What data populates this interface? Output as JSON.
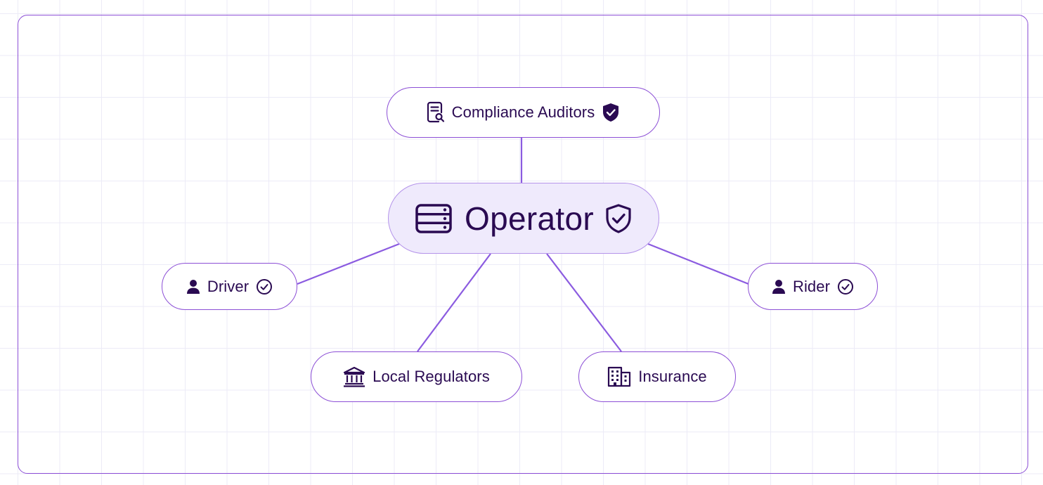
{
  "nodes": {
    "center": {
      "label": "Operator",
      "icon": "server-stack-icon",
      "badge": "shield-check-outline-icon"
    },
    "auditors": {
      "label": "Compliance Auditors",
      "icon": "document-search-icon",
      "badge": "shield-check-solid-icon"
    },
    "driver": {
      "label": "Driver",
      "icon": "user-icon",
      "badge": "check-circle-icon"
    },
    "rider": {
      "label": "Rider",
      "icon": "user-icon",
      "badge": "check-circle-icon"
    },
    "local_regulators": {
      "label": "Local Regulators",
      "icon": "government-building-icon"
    },
    "insurance": {
      "label": "Insurance",
      "icon": "office-building-icon"
    }
  },
  "colors": {
    "node_border": "#8c4fd6",
    "edge": "#8b5be0",
    "text": "#2a0a52",
    "center_fill": "#efeafc",
    "grid": "#ecebf7"
  }
}
